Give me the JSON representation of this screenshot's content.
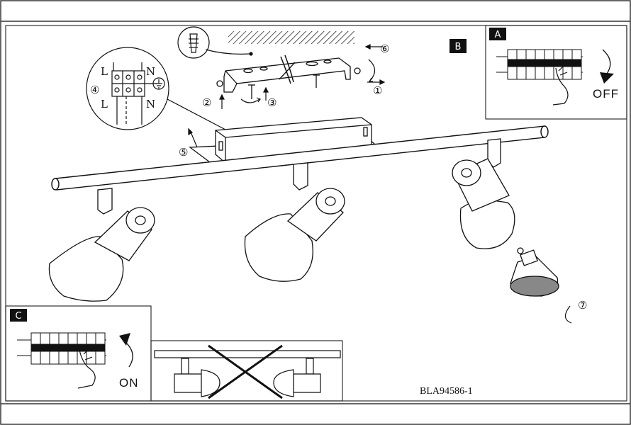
{
  "panels": {
    "main": {
      "label": "B"
    },
    "switch_off": {
      "label": "A",
      "text": "OFF"
    },
    "switch_on": {
      "label": "C",
      "text": "ON"
    }
  },
  "terminal": {
    "live_top": "L",
    "neutral_top": "N",
    "live_bottom": "L",
    "neutral_bottom": "N"
  },
  "steps": [
    "①",
    "②",
    "③",
    "④",
    "⑤",
    "⑥",
    "⑦"
  ],
  "document_code": "BLA94586-1",
  "colors": {
    "line": "#111111",
    "frame": "#333333",
    "badge": "#111111",
    "background": "#ffffff"
  },
  "icons": [
    "earth-ground-icon",
    "hand-icon",
    "rotate-arrow-icon",
    "screw-icon",
    "wall-plug-icon",
    "cross-mark-icon"
  ]
}
